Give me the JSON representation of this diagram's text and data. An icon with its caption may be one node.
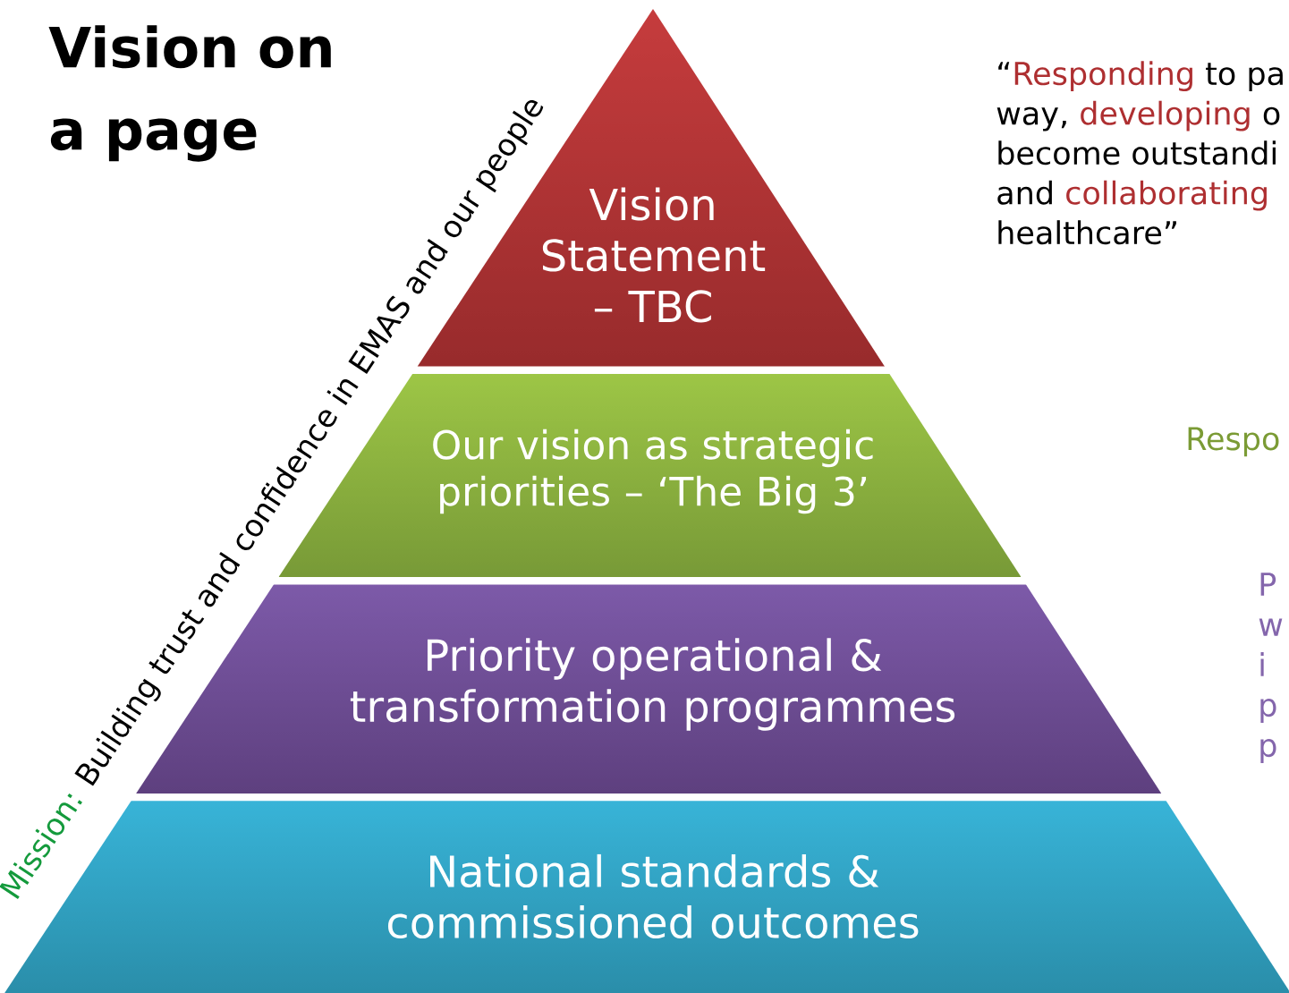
{
  "diagram": {
    "title": "Vision on a page",
    "nodes": [
      {
        "text": [
          "Vision Statement – TBC"
        ]
      },
      {
        "text": [
          "Our vision as strategic priorities – ‘The Big 3’"
        ]
      },
      {
        "text": [
          "Priority operational & transformation programmes"
        ]
      },
      {
        "text": [
          "National standards & commissioned outcomes"
        ]
      }
    ],
    "edges": [],
    "labels": [
      "“",
      "Responding",
      "to pa",
      "way,",
      "developing",
      "o",
      "become outstandi",
      "and",
      "collaborating",
      "healthcare”",
      "Respo",
      "P",
      "w",
      "i",
      "p",
      "p",
      "Mission:",
      "Building trust and confidence in EMAS and our people"
    ]
  }
}
